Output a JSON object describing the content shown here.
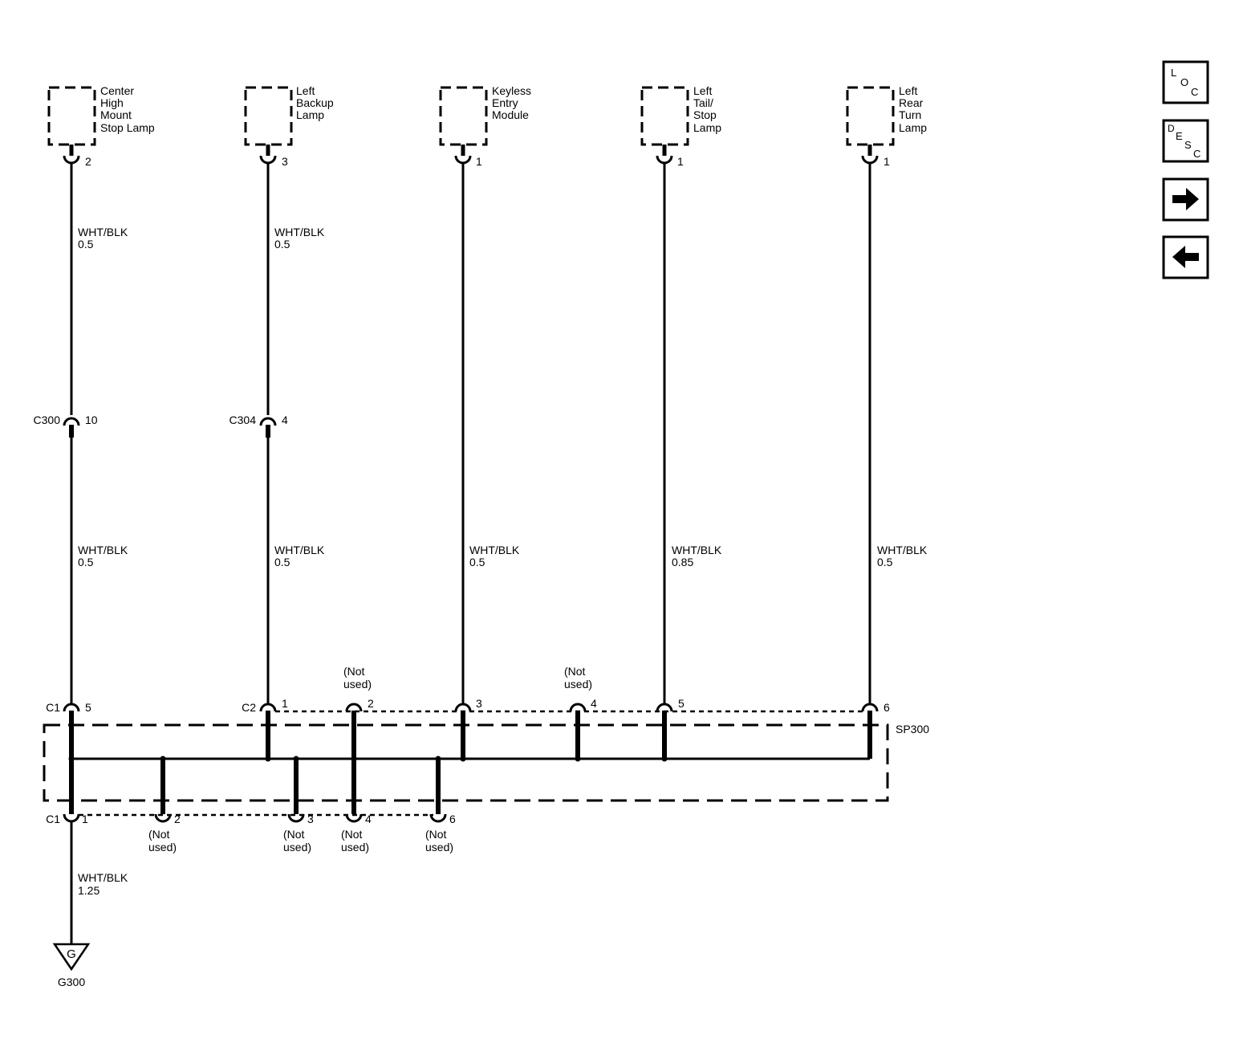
{
  "components": [
    {
      "name": "center-high-mount-stop-lamp",
      "lines": [
        "Center",
        "High",
        "Mount",
        "Stop Lamp"
      ],
      "pin": "2"
    },
    {
      "name": "left-backup-lamp",
      "lines": [
        "Left",
        "Backup",
        "Lamp"
      ],
      "pin": "3"
    },
    {
      "name": "keyless-entry-module",
      "lines": [
        "Keyless",
        "Entry",
        "Module"
      ],
      "pin": "1"
    },
    {
      "name": "left-tail-stop-lamp",
      "lines": [
        "Left",
        "Tail/",
        "Stop",
        "Lamp"
      ],
      "pin": "1"
    },
    {
      "name": "left-rear-turn-lamp",
      "lines": [
        "Left",
        "Rear",
        "Turn",
        "Lamp"
      ],
      "pin": "1"
    }
  ],
  "inline_connectors": [
    {
      "name": "C300",
      "pin": "10"
    },
    {
      "name": "C304",
      "pin": "4"
    }
  ],
  "wires_upper": [
    {
      "color": "WHT/BLK",
      "size": "0.5"
    },
    {
      "color": "WHT/BLK",
      "size": "0.5"
    }
  ],
  "wires_lower": [
    {
      "color": "WHT/BLK",
      "size": "0.5"
    },
    {
      "color": "WHT/BLK",
      "size": "0.5"
    },
    {
      "color": "WHT/BLK",
      "size": "0.5"
    },
    {
      "color": "WHT/BLK",
      "size": "0.85"
    },
    {
      "color": "WHT/BLK",
      "size": "0.5"
    }
  ],
  "splice_pack": {
    "name": "SP300",
    "connector_c1": "C1",
    "connector_c2": "C2",
    "c1_top_pin": "5",
    "c2_pins": [
      {
        "pin": "1",
        "used": true
      },
      {
        "pin": "2",
        "used": false
      },
      {
        "pin": "3",
        "used": true
      },
      {
        "pin": "4",
        "used": false
      },
      {
        "pin": "5",
        "used": true
      },
      {
        "pin": "6",
        "used": true
      }
    ],
    "c1_bottom_pins": [
      {
        "pin": "1",
        "used": true
      },
      {
        "pin": "2",
        "used": false
      },
      {
        "pin": "3",
        "used": false
      },
      {
        "pin": "4",
        "used": false
      },
      {
        "pin": "6",
        "used": false
      }
    ],
    "not_used_lines": [
      "(Not",
      "used)"
    ]
  },
  "ground_wire": {
    "color": "WHT/BLK",
    "size": "1.25"
  },
  "ground": {
    "symbol": "G",
    "name": "G300"
  },
  "nav_buttons": [
    {
      "name": "loc-button",
      "text": [
        "L",
        "O",
        "C"
      ]
    },
    {
      "name": "desc-button",
      "text": [
        "D",
        "E",
        "S",
        "C"
      ]
    },
    {
      "name": "next-button",
      "icon": "arrow-right-icon"
    },
    {
      "name": "previous-button",
      "icon": "arrow-left-icon"
    }
  ]
}
